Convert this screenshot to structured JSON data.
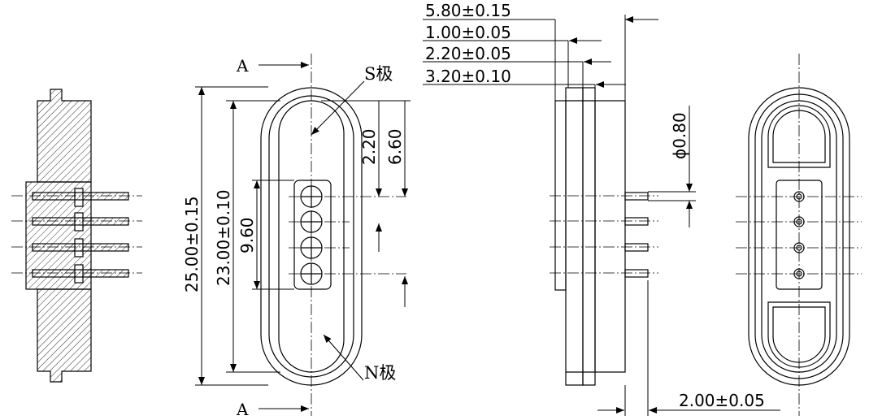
{
  "section_label": "A",
  "poles": {
    "south": "S极",
    "north": "N极"
  },
  "dimensions": {
    "total_length": "25.00±0.15",
    "inner_length": "23.00±0.10",
    "pin_span": "9.60",
    "s_to_first_pin": "2.20",
    "s_to_first_pin_outer": "6.60",
    "depth_total": "5.80±0.15",
    "flange_thickness": "1.00±0.05",
    "body_step": "2.20±0.05",
    "body_depth": "3.20±0.10",
    "pin_diameter": "ϕ0.80",
    "pin_protrusion": "2.00±0.05"
  }
}
